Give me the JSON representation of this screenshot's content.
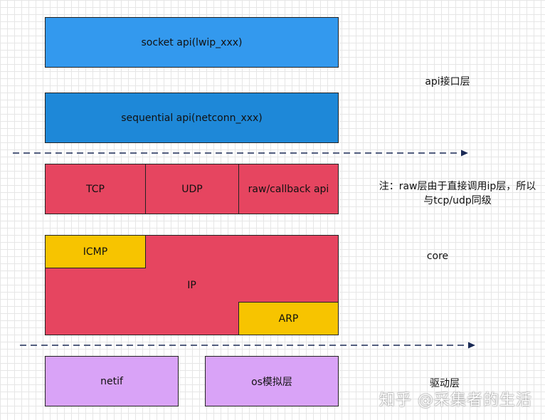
{
  "api_layer": {
    "socket_api": "socket api(lwip_xxx)",
    "sequential_api": "sequential api(netconn_xxx)",
    "label": "api接口层"
  },
  "transport_layer": {
    "tcp": "TCP",
    "udp": "UDP",
    "raw": "raw/callback api",
    "note_line1": "注：raw层由于直接调用ip层，所以",
    "note_line2": "与tcp/udp同级"
  },
  "core_layer": {
    "icmp": "ICMP",
    "ip": "IP",
    "arp": "ARP",
    "label": "core"
  },
  "driver_layer": {
    "netif": "netif",
    "os": "os模拟层",
    "label": "驱动层"
  },
  "watermark": "知乎 @采集者的生活",
  "colors": {
    "socket_fill": "#3399ee",
    "sequential_fill": "#1e88d8",
    "core_fill": "#e64560",
    "yellow_fill": "#f7c400",
    "driver_fill": "#d9a3f7",
    "divider": "#1a2a55"
  }
}
